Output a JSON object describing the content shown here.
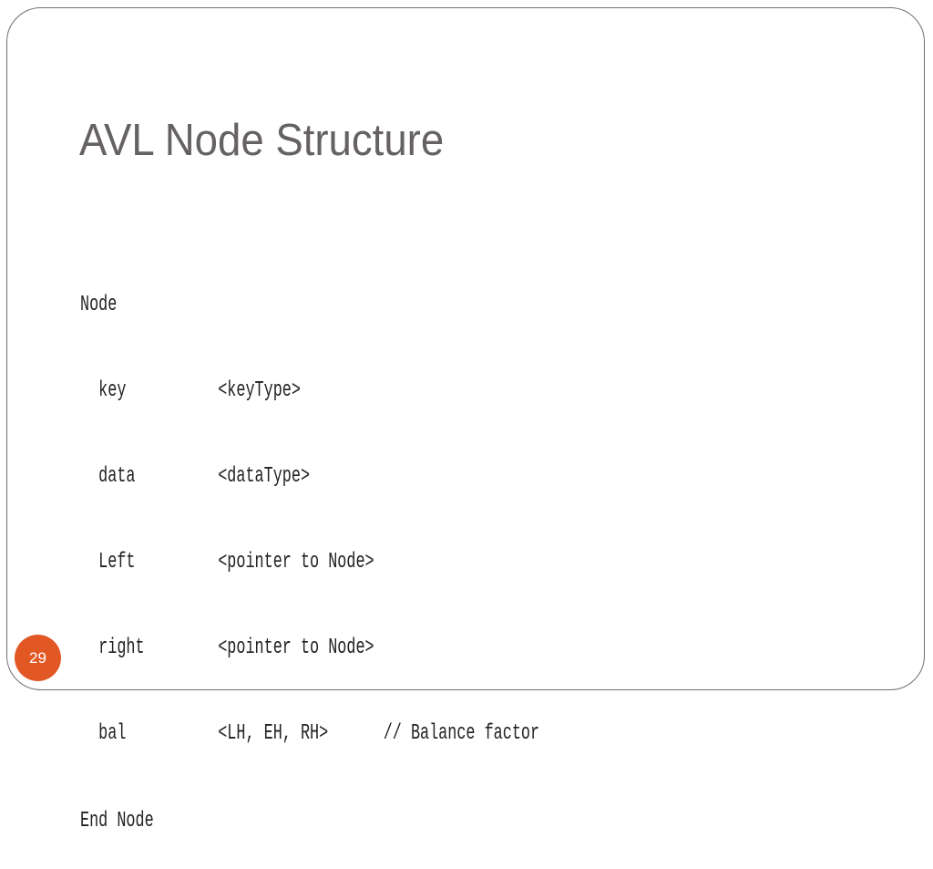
{
  "slide": {
    "title": "AVL Node Structure",
    "page_number": "29"
  },
  "code": {
    "lines": [
      "Node",
      "  key          <keyType>",
      "  data         <dataType>",
      "  Left         <pointer to Node>",
      "  right        <pointer to Node>",
      "  bal          <LH, EH, RH>      // Balance factor",
      "End Node"
    ]
  },
  "colors": {
    "title": "#666262",
    "page_badge": "#e15825",
    "border": "#6f6f6f"
  }
}
